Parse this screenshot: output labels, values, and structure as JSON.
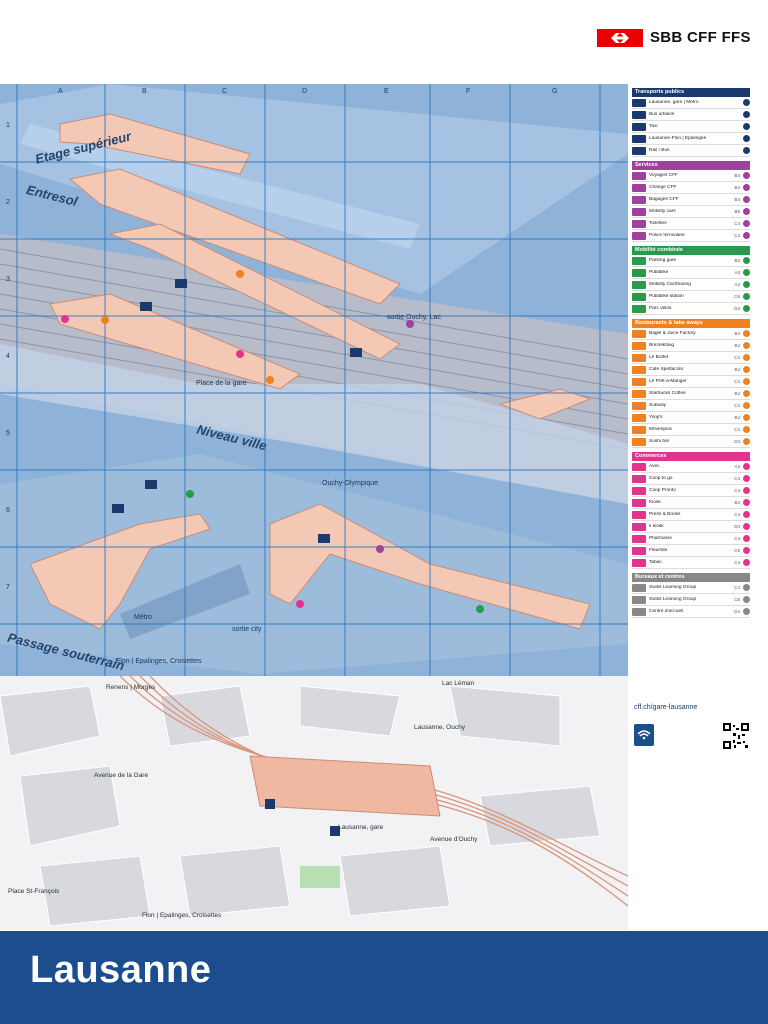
{
  "header": {
    "brand": "SBB CFF FFS"
  },
  "map": {
    "levels": {
      "upper": "Etage supérieur",
      "entresol": "Entresol",
      "city": "Niveau ville",
      "underground": "Passage souterrain"
    },
    "col_labels": [
      "A",
      "B",
      "C",
      "D",
      "E",
      "F",
      "G"
    ],
    "row_labels": [
      "1",
      "2",
      "3",
      "4",
      "5",
      "6",
      "7"
    ],
    "labels": [
      {
        "text": "Place de la gare",
        "name": "label-place-gare"
      },
      {
        "text": "sortie city",
        "name": "label-sortie-city"
      },
      {
        "text": "sortie Ouchy, Lac",
        "name": "label-sortie-ouchy"
      },
      {
        "text": "Métro",
        "name": "label-metro"
      },
      {
        "text": "Ouchy-Olympique",
        "name": "label-ouchy-olympique"
      },
      {
        "text": "Flon | Epalinges, Croisettes",
        "name": "label-flon"
      }
    ]
  },
  "city": {
    "labels": [
      {
        "text": "Avenue de la Gare",
        "name": "street-avenue-gare"
      },
      {
        "text": "Avenue d'Ouchy",
        "name": "street-avenue-ouchy"
      },
      {
        "text": "Place St-François",
        "name": "label-place-st-francois"
      },
      {
        "text": "Lausanne, Ouchy",
        "name": "label-lausanne-ouchy"
      },
      {
        "text": "Lausanne, gare",
        "name": "label-lausanne-gare"
      },
      {
        "text": "Flon | Epalinges, Croisettes",
        "name": "label-flon-city"
      },
      {
        "text": "Renens | Morges",
        "name": "label-renens"
      },
      {
        "text": "Lac Léman",
        "name": "label-lac"
      }
    ]
  },
  "legend": {
    "sections": [
      {
        "title": "Transports publics",
        "color": "#1a3a6e",
        "rows": [
          {
            "text": "Lausanne, gare | Métro",
            "loc": "",
            "dot": "#1a3a6e"
          },
          {
            "text": "Bus urbains",
            "loc": "",
            "dot": "#1a3a6e"
          },
          {
            "text": "Taxi",
            "loc": "",
            "dot": "#1a3a6e"
          },
          {
            "text": "Lausanne-Flon | Epalinges",
            "loc": "",
            "dot": "#1a3a6e"
          },
          {
            "text": "Rail / Bus",
            "loc": "",
            "dot": "#1a3a6e"
          }
        ]
      },
      {
        "title": "Services",
        "color": "#a0419b",
        "rows": [
          {
            "text": "Voyages CFF",
            "loc": "B4",
            "dot": "#a0419b"
          },
          {
            "text": "Change CFF",
            "loc": "B4",
            "dot": "#a0419b"
          },
          {
            "text": "Bagages CFF",
            "loc": "B4",
            "dot": "#a0419b"
          },
          {
            "text": "Mobility cars",
            "loc": "B5",
            "dot": "#a0419b"
          },
          {
            "text": "Toilettes",
            "loc": "C4",
            "dot": "#a0419b"
          },
          {
            "text": "Police ferroviaire",
            "loc": "C4",
            "dot": "#a0419b"
          }
        ]
      },
      {
        "title": "Mobilité combinée",
        "color": "#2a9a4a",
        "rows": [
          {
            "text": "Parking gare",
            "loc": "B3",
            "dot": "#2a9a4a"
          },
          {
            "text": "Publibike",
            "loc": "A3",
            "dot": "#2a9a4a"
          },
          {
            "text": "Mobility CarSharing",
            "loc": "A4",
            "dot": "#2a9a4a"
          },
          {
            "text": "Publibike station",
            "loc": "C6",
            "dot": "#2a9a4a"
          },
          {
            "text": "Parc vélos",
            "loc": "D4",
            "dot": "#2a9a4a"
          }
        ]
      },
      {
        "title": "Restaurants & take aways",
        "color": "#f08020",
        "rows": [
          {
            "text": "Bagel & Juice Factory",
            "loc": "B4",
            "dot": "#f08020"
          },
          {
            "text": "Brezelkönig",
            "loc": "B4",
            "dot": "#f08020"
          },
          {
            "text": "Le Buffet",
            "loc": "C4",
            "dot": "#f08020"
          },
          {
            "text": "Café Spettacolo",
            "loc": "B4",
            "dot": "#f08020"
          },
          {
            "text": "Le Prêt-à-Manger",
            "loc": "C4",
            "dot": "#f08020"
          },
          {
            "text": "Starbucks Coffee",
            "loc": "B4",
            "dot": "#f08020"
          },
          {
            "text": "Subway",
            "loc": "C4",
            "dot": "#f08020"
          },
          {
            "text": "Yooji's",
            "loc": "B4",
            "dot": "#f08020"
          },
          {
            "text": "Mövenpick",
            "loc": "C4",
            "dot": "#f08020"
          },
          {
            "text": "Sushi bar",
            "loc": "D4",
            "dot": "#f08020"
          }
        ]
      },
      {
        "title": "Commerces",
        "color": "#e3338e",
        "rows": [
          {
            "text": "Avec",
            "loc": "A4",
            "dot": "#e3338e"
          },
          {
            "text": "Coop to go",
            "loc": "C4",
            "dot": "#e3338e"
          },
          {
            "text": "Coop Pronto",
            "loc": "C4",
            "dot": "#e3338e"
          },
          {
            "text": "Kiosk",
            "loc": "B4",
            "dot": "#e3338e"
          },
          {
            "text": "Press & Books",
            "loc": "C4",
            "dot": "#e3338e"
          },
          {
            "text": "k kiosk",
            "loc": "D4",
            "dot": "#e3338e"
          },
          {
            "text": "Pharmacie",
            "loc": "C4",
            "dot": "#e3338e"
          },
          {
            "text": "Fleuriste",
            "loc": "C5",
            "dot": "#e3338e"
          },
          {
            "text": "Tabac",
            "loc": "C4",
            "dot": "#e3338e"
          }
        ]
      },
      {
        "title": "Bureaux et centres",
        "color": "#888888",
        "rows": [
          {
            "text": "Swiss Learning Group",
            "loc": "C4",
            "dot": "#888888"
          },
          {
            "text": "Swiss Learning Group",
            "loc": "C5",
            "dot": "#888888"
          },
          {
            "text": "Centre d'accueil",
            "loc": "D4",
            "dot": "#888888"
          }
        ]
      }
    ],
    "url": "cff.ch/gare-lausanne"
  },
  "footer": {
    "title": "Lausanne"
  },
  "colors": {
    "sbb_red": "#eb0000",
    "footer_blue": "#1c4e8f",
    "map_blue": "#8fb2d8",
    "building": "#f3c8b4"
  }
}
